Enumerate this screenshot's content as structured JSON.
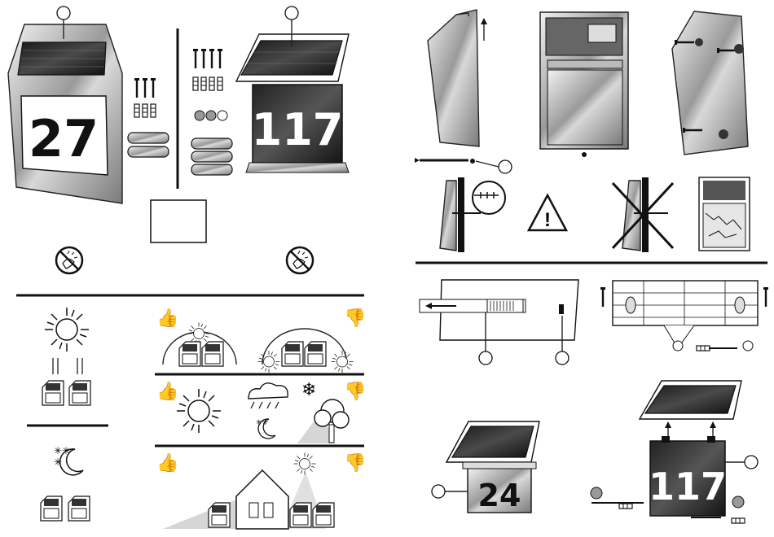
{
  "house_numbers": {
    "small_unit": "27",
    "large_unit": "117",
    "mounted_sign": "24",
    "assembly_sign": "117"
  },
  "callout_marks": [
    "",
    "",
    "",
    "",
    "",
    "",
    ""
  ],
  "colors": {
    "ink": "#111111",
    "panel": "#2a2a2a",
    "paper": "#ffffff"
  },
  "icons": [
    "no-water-spray-icon",
    "warning-icon",
    "sun-icon",
    "moon-stars-icon",
    "cloud-snow-icon",
    "thumbs-up-icon",
    "thumbs-down-icon",
    "house-icon",
    "tree-icon",
    "screw-icon",
    "wall-plug-icon",
    "battery-icon"
  ]
}
